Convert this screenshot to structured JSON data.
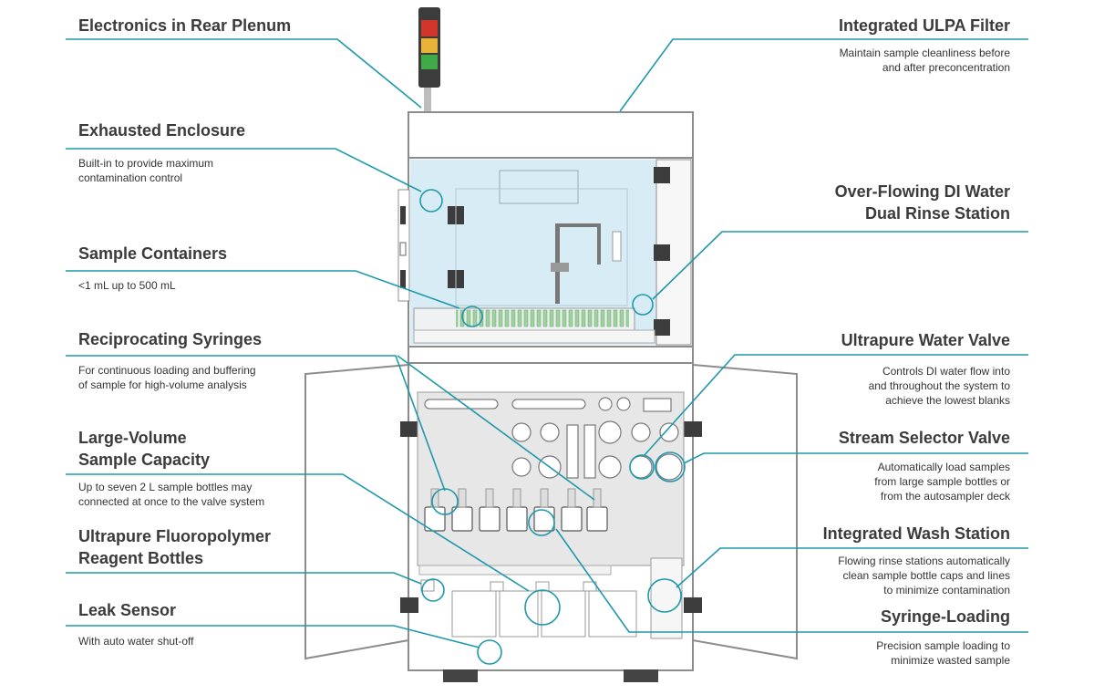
{
  "colors": {
    "accent": "#1e98aa",
    "outline": "#8c8c8c",
    "enclosure_fill": "#d7ecf5",
    "panel_fill": "#e7e7e7",
    "pad": "#3c3c3c",
    "beacon_red": "#d0362a",
    "beacon_amber": "#e9b33a",
    "beacon_green": "#3faa47"
  },
  "callouts": {
    "electronics": {
      "title": "Electronics in Rear Plenum",
      "desc": ""
    },
    "ulpa": {
      "title": "Integrated ULPA Filter",
      "desc": "Maintain sample cleanliness before\nand after preconcentration"
    },
    "enclosure": {
      "title": "Exhausted Enclosure",
      "desc": "Built-in to provide maximum\ncontamination control"
    },
    "rinse": {
      "title": "Over-Flowing DI Water\nDual Rinse Station",
      "desc": ""
    },
    "containers": {
      "title": "Sample Containers",
      "desc": "<1 mL up to 500 mL"
    },
    "syringes": {
      "title": "Reciprocating Syringes",
      "desc": "For continuous loading and buffering\nof sample for high-volume analysis"
    },
    "water_valve": {
      "title": "Ultrapure Water Valve",
      "desc": "Controls DI water flow into\nand throughout the system to\nachieve the lowest blanks"
    },
    "large_volume": {
      "title": "Large-Volume\nSample Capacity",
      "desc": "Up to seven 2 L sample bottles may\nconnected at once to the valve system"
    },
    "selector": {
      "title": "Stream Selector Valve",
      "desc": "Automatically load samples\nfrom large sample bottles or\nfrom the autosampler deck"
    },
    "reagent": {
      "title": "Ultrapure Fluoropolymer\nReagent Bottles",
      "desc": ""
    },
    "wash": {
      "title": "Integrated Wash Station",
      "desc": "Flowing rinse stations automatically\nclean sample bottle caps and lines\nto minimize contamination"
    },
    "leak": {
      "title": "Leak Sensor",
      "desc": "With auto water shut-off"
    },
    "syringe_loading": {
      "title": "Syringe-Loading",
      "desc": "Precision sample loading to\nminimize wasted sample"
    }
  }
}
